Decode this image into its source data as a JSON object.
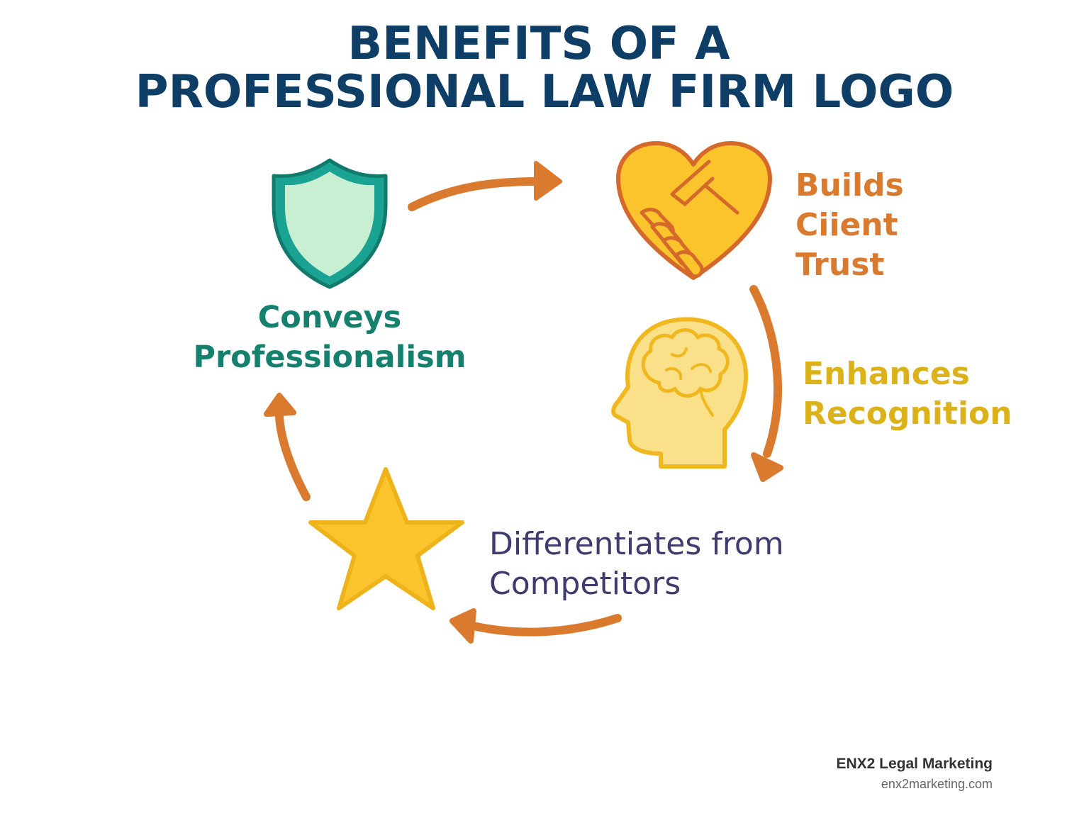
{
  "title": {
    "line1": "BENEFITS OF A",
    "line2": "PROFESSIONAL LAW FIRM LOGO"
  },
  "benefits": {
    "professionalism": {
      "line1": "Conveys",
      "line2": "Professionalism",
      "icon": "shield-icon",
      "color": "#15806d"
    },
    "trust": {
      "line1": "Builds",
      "line2": "Ciient",
      "line3": "Trust",
      "icon": "handshake-heart-icon",
      "color": "#d97a2e"
    },
    "recognition": {
      "line1": "Enhances",
      "line2": "Recognition",
      "icon": "head-brain-icon",
      "color": "#dcb21b"
    },
    "differentiation": {
      "line1": "Differentiates from",
      "line2": "Competitors",
      "icon": "star-icon",
      "color": "#3e3b6f"
    }
  },
  "colors": {
    "title": "#0e3e66",
    "arrow": "#d97a2e"
  },
  "footer": {
    "brand": "ENX2 Legal Marketing",
    "url": "enx2marketing.com"
  }
}
